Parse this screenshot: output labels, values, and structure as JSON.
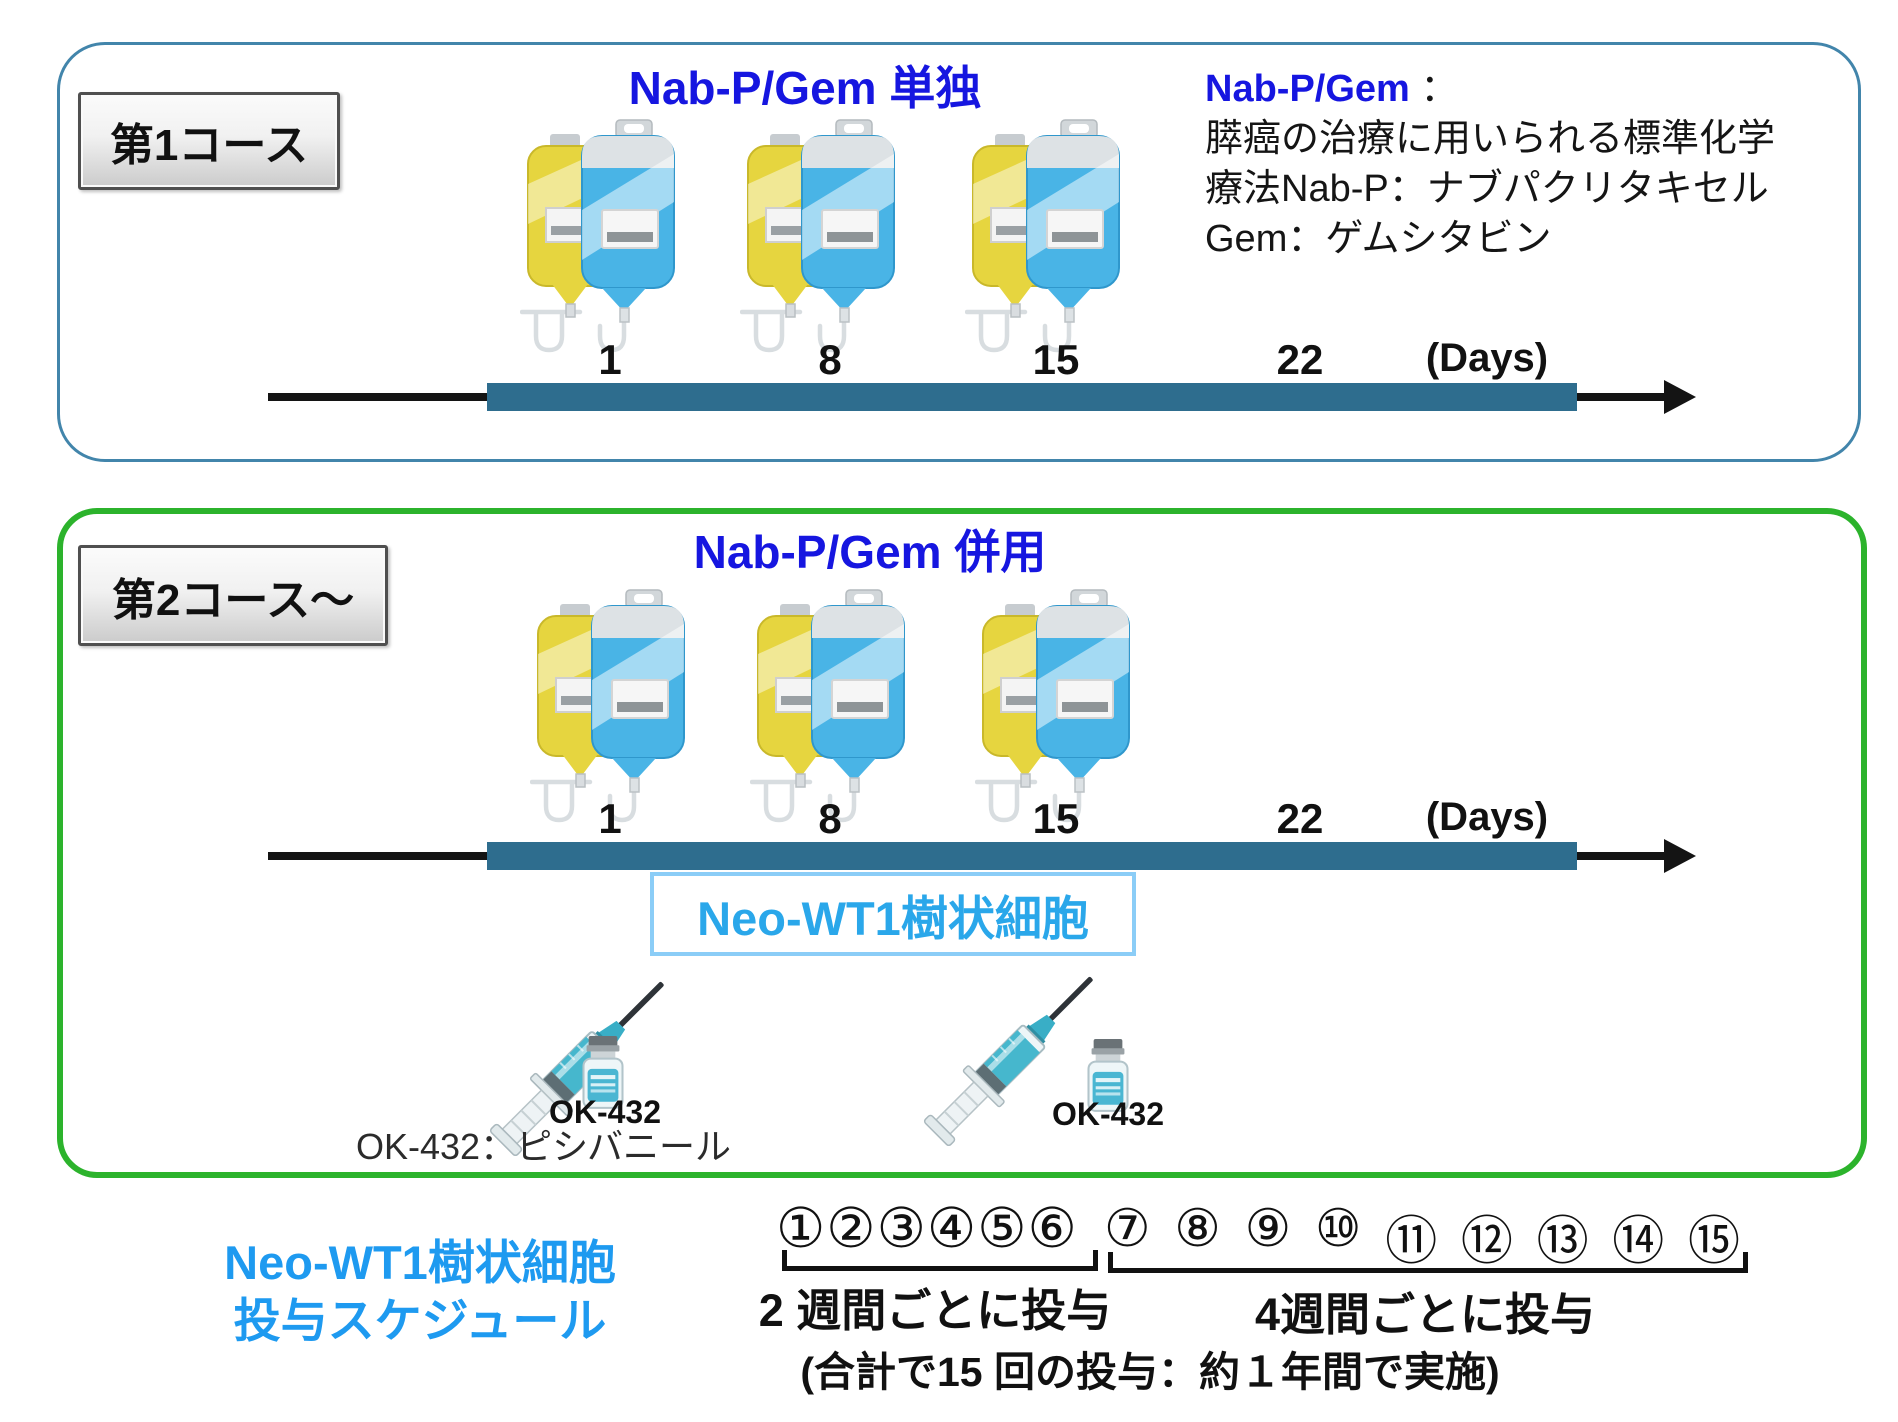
{
  "colors": {
    "heading_blue": "#1616E0",
    "timeline_teal": "#2E6D8E",
    "course1_border_blue": "#4285AB",
    "course2_border_green": "#2CB32C",
    "neo_box_border": "#8BCDF7",
    "neo_text_blue": "#2AA7EA",
    "schedule_title_blue": "#1E9AF0"
  },
  "course1": {
    "label": "第1コース",
    "title": "Nab-P/Gem 単独",
    "info": {
      "term": "Nab-P/Gem",
      "colon": " ：",
      "line1": "膵癌の治療に用いられる標準化学",
      "line2": "療法Nab-P：ナブパクリタキセル",
      "line3": "Gem：ゲムシタビン"
    },
    "days": [
      "1",
      "8",
      "15",
      "22"
    ],
    "days_unit": "(Days)"
  },
  "course2": {
    "label": "第2コース～",
    "title": "Nab-P/Gem 併用",
    "days": [
      "1",
      "8",
      "15",
      "22"
    ],
    "days_unit": "(Days)",
    "neo_label": "Neo-WT1樹状細胞",
    "ok432_label_1": "OK-432",
    "ok432_label_2": "OK-432",
    "ok432_note": "OK-432：ピシバニール"
  },
  "schedule": {
    "title_line1": "Neo-WT1樹状細胞",
    "title_line2": "投与スケジュール",
    "group1": "①②③④⑤⑥",
    "group2": [
      "⑦",
      "⑧",
      "⑨",
      "⑩",
      "⑪",
      "⑫",
      "⑬",
      "⑭",
      "⑮"
    ],
    "caption_group1": "2 週間ごとに投与",
    "caption_group2": "4週間ごとに投与",
    "total_note": "(合計で15 回の投与：約１年間で実施)"
  }
}
